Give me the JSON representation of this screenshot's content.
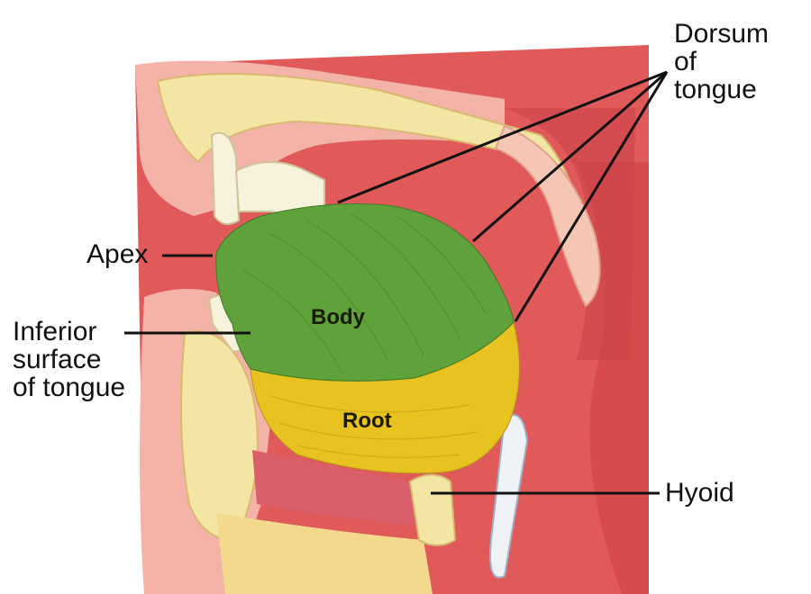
{
  "labels": {
    "dorsum": [
      "Dorsum",
      "of",
      "tongue"
    ],
    "apex": "Apex",
    "inferior": [
      "Inferior",
      "surface",
      "of tongue"
    ],
    "hyoid": "Hyoid",
    "body": "Body",
    "root": "Root"
  },
  "colors": {
    "background": "#ffffff",
    "pharynx_tissue": "#e05a5a",
    "soft_tissue_pink": "#f4b3a8",
    "bone_yellow": "#f3e6a4",
    "body_green": "#5fa13a",
    "root_yellow": "#e8c21f",
    "leader_line": "#111111"
  }
}
